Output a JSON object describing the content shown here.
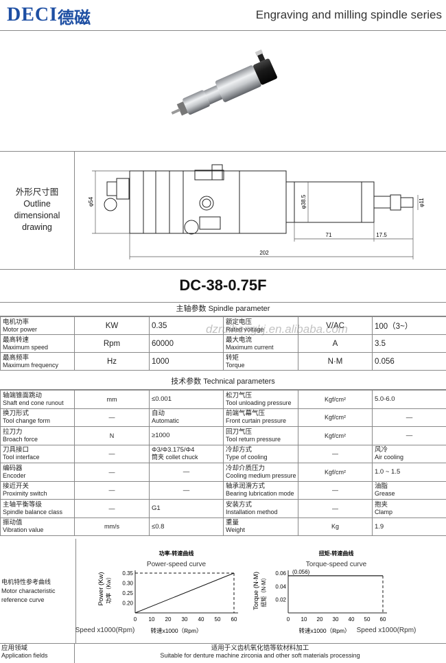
{
  "header": {
    "brand": "DECI",
    "brand_cn": "德磁",
    "series": "Engraving and milling spindle series"
  },
  "outline": {
    "label_cn": "外形尺寸图",
    "label_en1": "Outline",
    "label_en2": "dimensional",
    "label_en3": "drawing",
    "dims": {
      "body_dia": "φ54",
      "nose_dia": "φ38.5",
      "shank_dia": "φ11",
      "len_mid": "71",
      "len_tip": "17.5",
      "len_total": "202"
    }
  },
  "model": "DC-38-0.75F",
  "watermark": "dzruihengkj.en.alibaba.com",
  "spindle": {
    "title": "主轴参数  Spindle parameter",
    "rows": [
      {
        "l_cn": "电机功率",
        "l_en": "Motor power",
        "l_unit": "KW",
        "l_val": "0.35",
        "r_cn": "额定电压",
        "r_en": "Rated voltage",
        "r_unit": "V/AC",
        "r_val": "100（3~）"
      },
      {
        "l_cn": "最高转速",
        "l_en": "Maximum speed",
        "l_unit": "Rpm",
        "l_val": "60000",
        "r_cn": "最大电流",
        "r_en": "Maximum current",
        "r_unit": "A",
        "r_val": "3.5"
      },
      {
        "l_cn": "最高频率",
        "l_en": "Maximum frequency",
        "l_unit": "Hz",
        "l_val": "1000",
        "r_cn": "转矩",
        "r_en": "Torque",
        "r_unit": "N·M",
        "r_val": "0.056"
      }
    ]
  },
  "technical": {
    "title": "技术参数  Technical parameters",
    "rows": [
      {
        "l_cn": "轴端锥面跳动",
        "l_en": "Shaft end cone runout",
        "l_unit": "mm",
        "l_v1": "≤0.001",
        "l_v2": "",
        "r_cn": "松刀气压",
        "r_en": "Tool unloading pressure",
        "r_unit": "Kgf/cm²",
        "r_v1": "5.0-6.0",
        "r_v2": ""
      },
      {
        "l_cn": "换刀形式",
        "l_en": "Tool change form",
        "l_unit": "—",
        "l_v1": "自动",
        "l_v2": "Automatic",
        "r_cn": "前端气幕气压",
        "r_en": "Front curtain pressure",
        "r_unit": "Kgf/cm²",
        "r_v1": "—",
        "r_v2": ""
      },
      {
        "l_cn": "拉刀力",
        "l_en": "Broach force",
        "l_unit": "N",
        "l_v1": "≥1000",
        "l_v2": "",
        "r_cn": "回刀气压",
        "r_en": "Tool return pressure",
        "r_unit": "Kgf/cm²",
        "r_v1": "—",
        "r_v2": ""
      },
      {
        "l_cn": "刀具接口",
        "l_en": "Tool interface",
        "l_unit": "—",
        "l_v1": "Φ3/Φ3.175/Φ4",
        "l_v2": "筒夹 collet chuck",
        "r_cn": "冷却方式",
        "r_en": "Type of cooling",
        "r_unit": "—",
        "r_v1": "风冷",
        "r_v2": "Air cooling"
      },
      {
        "l_cn": "编码器",
        "l_en": "Encoder",
        "l_unit": "—",
        "l_v1": "—",
        "l_v2": "",
        "r_cn": "冷却介质压力",
        "r_en": "Cooling medium pressure",
        "r_unit": "Kgf/cm²",
        "r_v1": "1.0 ~ 1.5",
        "r_v2": ""
      },
      {
        "l_cn": "接近开关",
        "l_en": "Proximity switch",
        "l_unit": "—",
        "l_v1": "—",
        "l_v2": "",
        "r_cn": "轴承润滑方式",
        "r_en": "Bearing lubrication mode",
        "r_unit": "—",
        "r_v1": "油脂",
        "r_v2": "Grease"
      },
      {
        "l_cn": "主轴平衡等级",
        "l_en": "Spindle balance class",
        "l_unit": "—",
        "l_v1": "G1",
        "l_v2": "",
        "r_cn": "安装方式",
        "r_en": "Installation method",
        "r_unit": "—",
        "r_v1": "抱夹",
        "r_v2": "Clamp"
      },
      {
        "l_cn": "振动值",
        "l_en": "Vibration value",
        "l_unit": "mm/s",
        "l_v1": "≤0.8",
        "l_v2": "",
        "r_cn": "重量",
        "r_en": "Weight",
        "r_unit": "Kg",
        "r_v1": "1.9",
        "r_v2": ""
      }
    ]
  },
  "curves": {
    "label_cn": "电机特性参考曲线",
    "label_en1": "Motor characteristic",
    "label_en2": "reference curve"
  },
  "chart_data": [
    {
      "type": "line",
      "title": "功率-转速曲线",
      "subtitle": "Power-speed curve",
      "ylabel": "Power (Kw)",
      "ylabel_cn": "功率（Kw）",
      "xlabel": "Speed x1000(Rpm)",
      "xlabel_cn": "转速x1000（Rpm）",
      "x_ticks": [
        "0",
        "10",
        "20",
        "30",
        "40",
        "50",
        "60"
      ],
      "y_ticks": [
        "0.20",
        "0.25",
        "0.30",
        "0.35"
      ],
      "xlim": [
        0,
        60
      ],
      "ylim": [
        0.15,
        0.35
      ],
      "x": [
        0,
        60
      ],
      "values": [
        0.15,
        0.35
      ]
    },
    {
      "type": "line",
      "title": "扭矩-转速曲线",
      "subtitle": "Torque-speed curve",
      "ylabel": "Torque (N·M)",
      "ylabel_cn": "扭矩（N·M）",
      "xlabel": "Speed x1000(Rpm)",
      "xlabel_cn": "转速x1000（Rpm）",
      "annotation": "(0.056)",
      "x_ticks": [
        "0",
        "10",
        "20",
        "30",
        "40",
        "50",
        "60"
      ],
      "y_ticks": [
        "0.02",
        "0.04",
        "0.06"
      ],
      "xlim": [
        0,
        60
      ],
      "ylim": [
        0,
        0.06
      ],
      "x": [
        0,
        60
      ],
      "values": [
        0.056,
        0.056
      ]
    }
  ],
  "applications": {
    "label_cn": "应用领域",
    "label_en": "Application fields",
    "text_cn": "适用于义齿机氧化锆等软材料加工",
    "text_en": "Suitable for denture machine zirconia and other soft materials processing"
  }
}
